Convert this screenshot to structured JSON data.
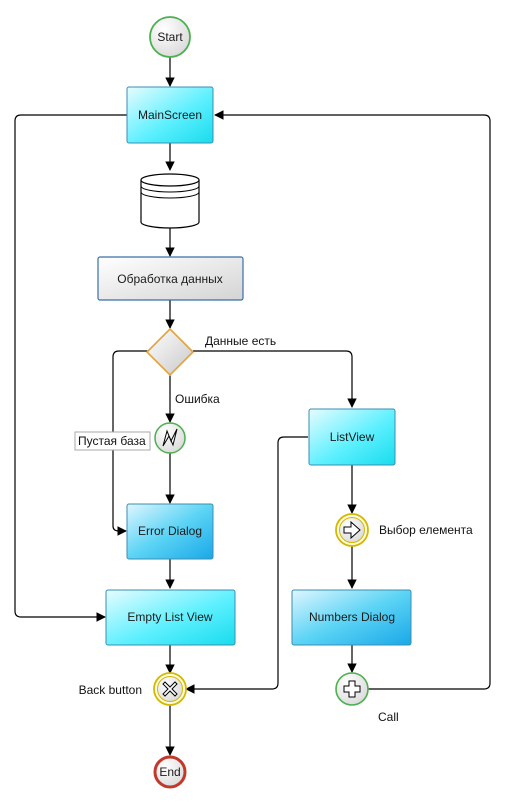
{
  "nodes": {
    "start": "Start",
    "main_screen": "MainScreen",
    "process_data": "Обработка данных",
    "list_view": "ListView",
    "error_dialog": "Error Dialog",
    "empty_list_view": "Empty List View",
    "numbers_dialog": "Numbers Dialog",
    "end": "End"
  },
  "labels": {
    "data_exists": "Данные есть",
    "error": "Ошибка",
    "empty_db": "Пустая база",
    "select_item": "Выбор елемента",
    "back_button": "Back button",
    "call": "Call"
  },
  "colors": {
    "task_fill": "#33e0f0",
    "start_stroke": "#4caf50",
    "end_stroke": "#c0392b",
    "gateway_stroke": "#e6a23c",
    "event_stroke": "#d4b800"
  }
}
